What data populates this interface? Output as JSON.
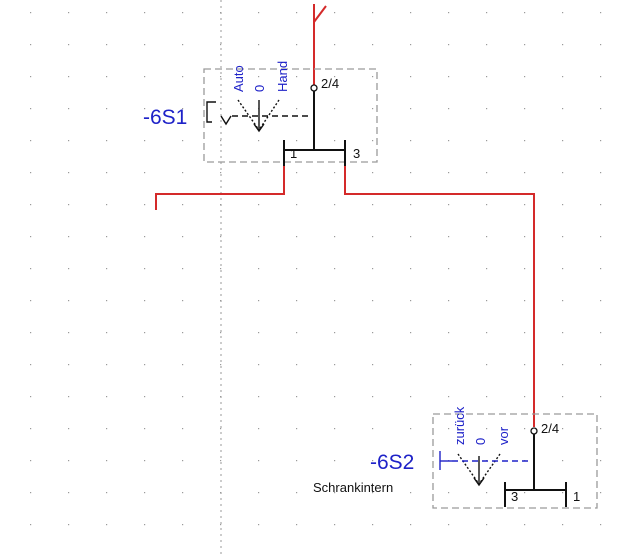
{
  "colors": {
    "wire": "#d42a2a",
    "device": "#111111",
    "label": "#1e22c8",
    "box": "#9a9a9a",
    "grid": "#9a9a9a",
    "background": "#ffffff"
  },
  "switch1": {
    "tag": "-6S1",
    "positions": [
      "Auto",
      "0",
      "Hand"
    ],
    "terminal_top": "2/4",
    "terminal_left": "1",
    "terminal_right": "3"
  },
  "switch2": {
    "tag": "-6S2",
    "location": "Schrankintern",
    "positions": [
      "zurück",
      "0",
      "vor"
    ],
    "terminal_top": "2/4",
    "terminal_left": "3",
    "terminal_right": "1"
  }
}
